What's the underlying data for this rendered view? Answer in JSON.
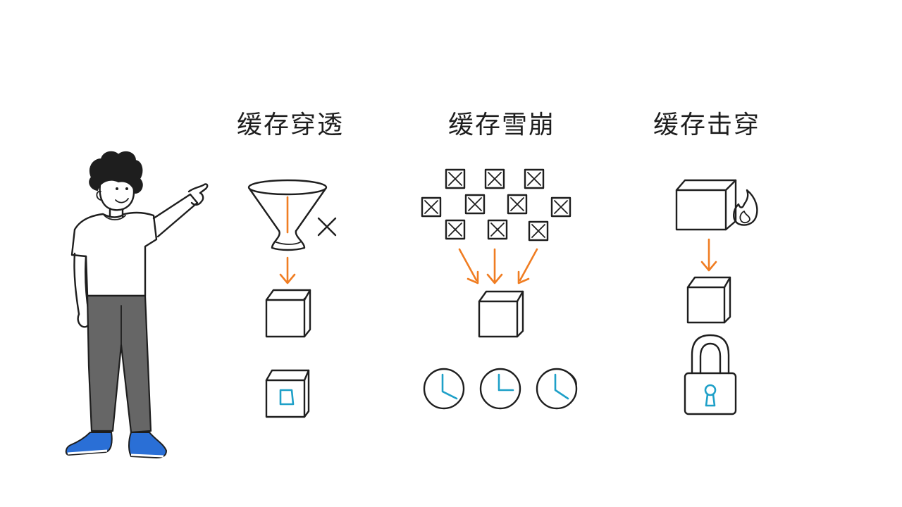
{
  "titles": {
    "penetration": "缓存穿透",
    "avalanche": "缓存雪崩",
    "breakdown": "缓存击穿"
  },
  "icons": {
    "presenter": "person-pointing-icon",
    "filter": "funnel-icon",
    "reject": "x-mark-icon",
    "cache_box": "cube-icon",
    "expired_key": "crossed-box-icon",
    "clock": "clock-icon",
    "hot_key": "flame-icon",
    "mutex": "padlock-icon"
  },
  "colors": {
    "ink": "#1e1e1e",
    "arrow": "#f07d22",
    "accent": "#1ea0c8",
    "shoe": "#2a6fd6",
    "pants": "#666666"
  }
}
